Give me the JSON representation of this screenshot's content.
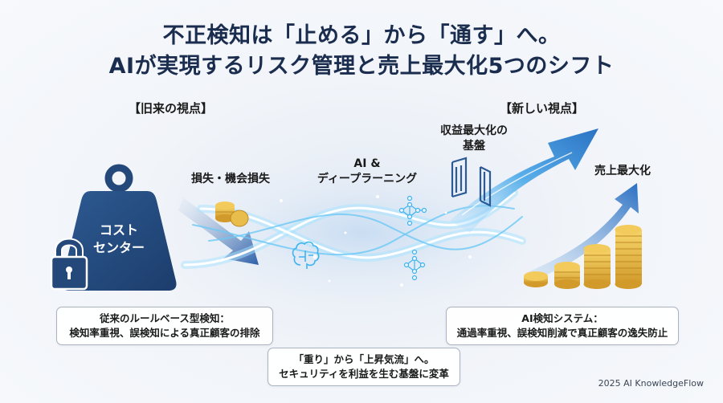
{
  "title": {
    "line1": "不正検知は「止める」から「通す」へ。",
    "line2": "AIが実現するリスク管理と売上最大化5つのシフト"
  },
  "old_perspective": {
    "heading": "【旧来の視点】",
    "weight_label_line1": "コスト",
    "weight_label_line2": "センター",
    "loss_label": "損失・機会損失",
    "description_line1": "従来のルールベース型検知：",
    "description_line2": "検知率重視、誤検知による真正顧客の排除"
  },
  "center": {
    "ai_label_line1": "AI &",
    "ai_label_line2": "ディープラーニング",
    "summary_line1": "「重り」から「上昇気流」へ。",
    "summary_line2": "セキュリティを利益を生む基盤に変革"
  },
  "new_perspective": {
    "heading": "【新しい視点】",
    "profit_label_line1": "収益最大化の",
    "profit_label_line2": "基盤",
    "sales_label": "売上最大化",
    "description_line1": "AI検知システム：",
    "description_line2": "通過率重視、誤検知削減で真正顧客の逸失防止"
  },
  "icons": [
    "weight-icon",
    "lock-icon",
    "coin-stack-icon",
    "down-arrow-icon",
    "brain-icon",
    "neural-network-icon",
    "gate-icon",
    "up-arrow-icon",
    "growth-arrow-icon"
  ],
  "colors": {
    "title": "#1b2d4f",
    "weight": "#24487a",
    "arrow_blue": "#2f7fd0",
    "glow": "#8fd8ff",
    "coin": "#e8b845"
  },
  "footer": "2025 AI KnowledgeFlow"
}
